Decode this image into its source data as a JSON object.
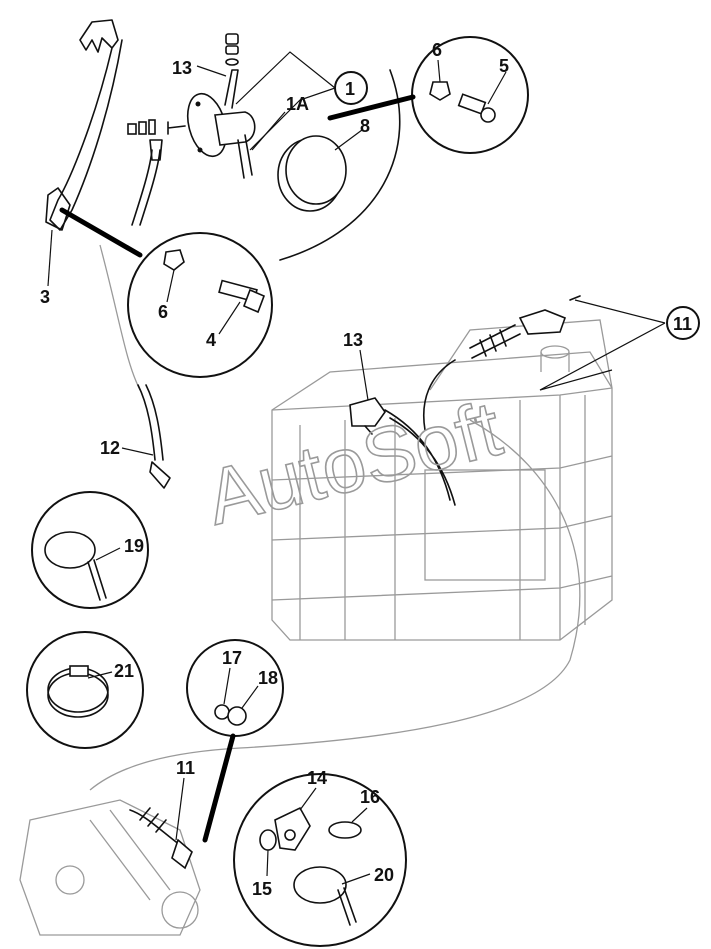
{
  "watermark": "AutoSoft",
  "part_labels": {
    "p1": "1",
    "p1a": "1A",
    "p3": "3",
    "p4": "4",
    "p5": "5",
    "p6_top": "6",
    "p6_left": "6",
    "p8": "8",
    "p11_battery": "11",
    "p11_starter": "11",
    "p12": "12",
    "p13_top": "13",
    "p13_battery": "13",
    "p14": "14",
    "p15": "15",
    "p16": "16",
    "p17": "17",
    "p18": "18",
    "p19": "19",
    "p20": "20",
    "p21": "21"
  }
}
